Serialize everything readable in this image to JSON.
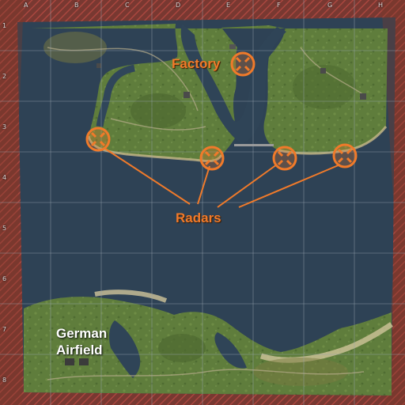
{
  "grid": {
    "columns": [
      "A",
      "B",
      "C",
      "D",
      "E",
      "F",
      "G",
      "H"
    ],
    "rows": [
      "1",
      "2",
      "3",
      "4",
      "5",
      "6",
      "7",
      "8"
    ]
  },
  "labels": {
    "factory": "Factory",
    "radars": "Radars",
    "airfield_line1": "German",
    "airfield_line2": "Airfield"
  },
  "colors": {
    "water": "#2d4052",
    "land": "#5e7a3e",
    "marker": "#f07a2a",
    "label_text": "#f07a2a",
    "airfield_text": "#ffffff",
    "boundary_hatch": "#b53a2a",
    "grid_line": "#8a97a3"
  },
  "markers": [
    {
      "type": "factory",
      "icon": "crosshair-icon"
    },
    {
      "type": "radar",
      "icon": "crosshair-icon"
    },
    {
      "type": "radar",
      "icon": "crosshair-icon"
    },
    {
      "type": "radar",
      "icon": "crosshair-icon"
    },
    {
      "type": "radar",
      "icon": "crosshair-icon"
    }
  ]
}
